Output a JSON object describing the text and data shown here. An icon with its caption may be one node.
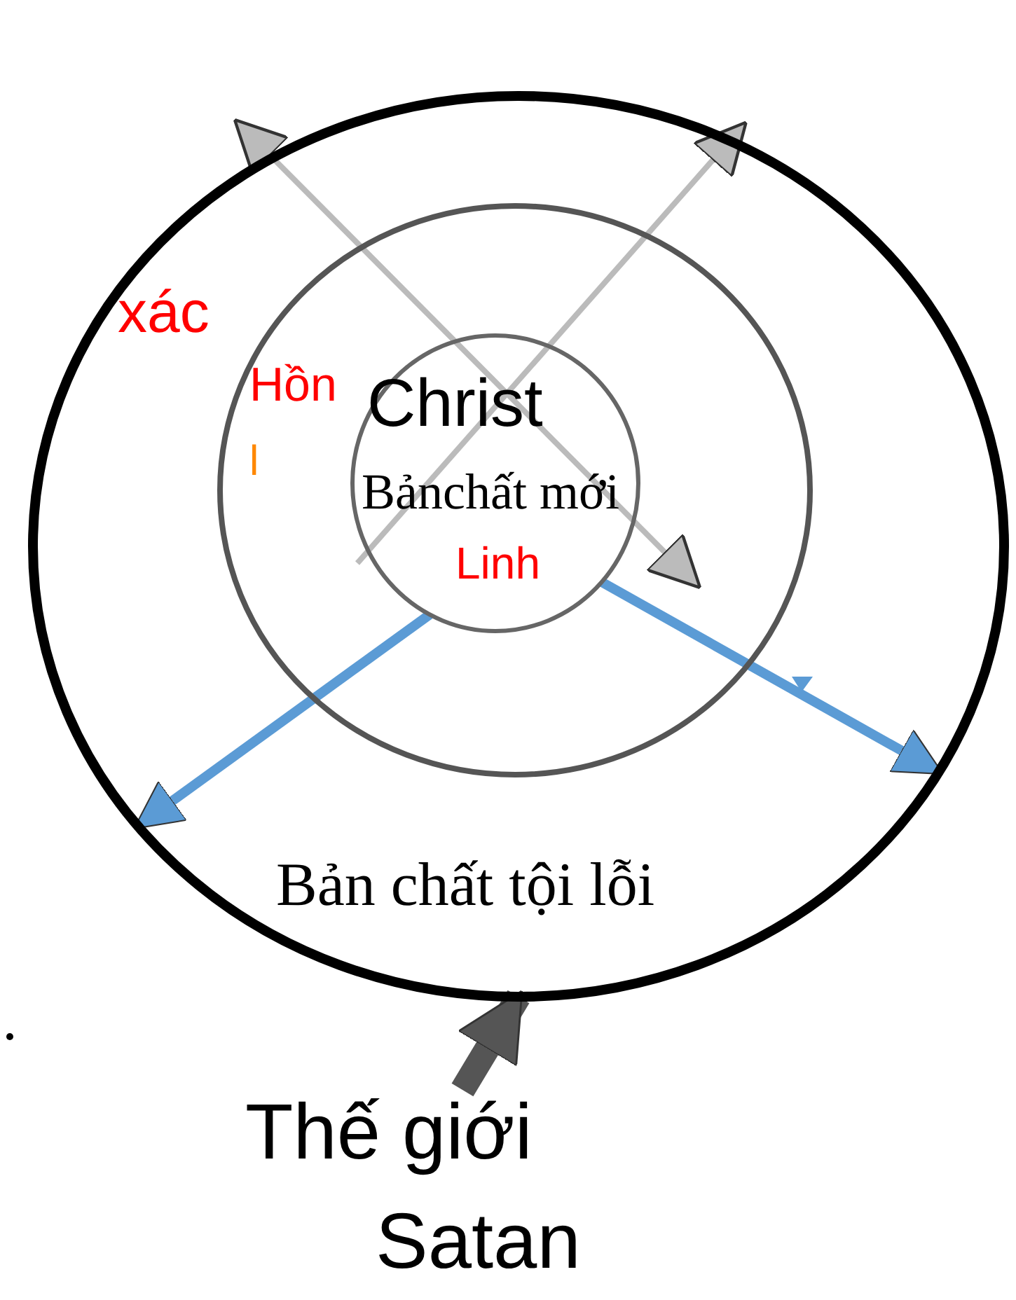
{
  "diagram": {
    "nodes": [
      {
        "text": [
          "xác",
          "Bản chất tội lỗi"
        ]
      },
      {
        "text": [
          "Hồn",
          "l"
        ],
        "in": 0
      },
      {
        "text": [
          "Christ",
          "Bảnchất mới",
          "Linh"
        ],
        "in": 1
      },
      {
        "text": [
          "Thế giới",
          "Satan"
        ]
      }
    ],
    "edges": [
      {
        "from": 2,
        "to": 0,
        "arrow": "to"
      },
      {
        "from": 2,
        "to": 0,
        "arrow": "to"
      },
      {
        "from": 3,
        "to": 0,
        "arrow": "to",
        "style": "thick",
        "color": "#555555"
      }
    ]
  }
}
